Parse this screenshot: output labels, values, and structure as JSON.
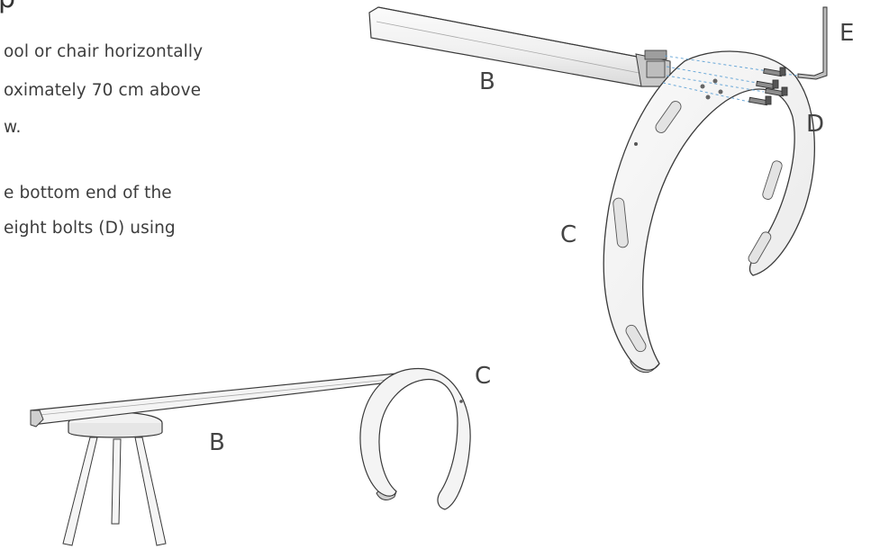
{
  "instructions": {
    "title_fragment": "p",
    "paragraph1": [
      "ool or chair horizontally",
      "oximately 70 cm above",
      "w."
    ],
    "paragraph2": [
      "e bottom end of the",
      "eight bolts (D) using"
    ]
  },
  "labels": {
    "top_bar": "B",
    "top_base": "C",
    "bolts": "D",
    "hex_key": "E",
    "bottom_bar": "B",
    "bottom_base": "C"
  },
  "colors": {
    "outline": "#3a3a3a",
    "fill_light": "#f7f7f7",
    "fill_mid": "#e6e6e6",
    "fill_dark": "#cfcfcf",
    "dashed_guides": "#6aa8d8"
  }
}
